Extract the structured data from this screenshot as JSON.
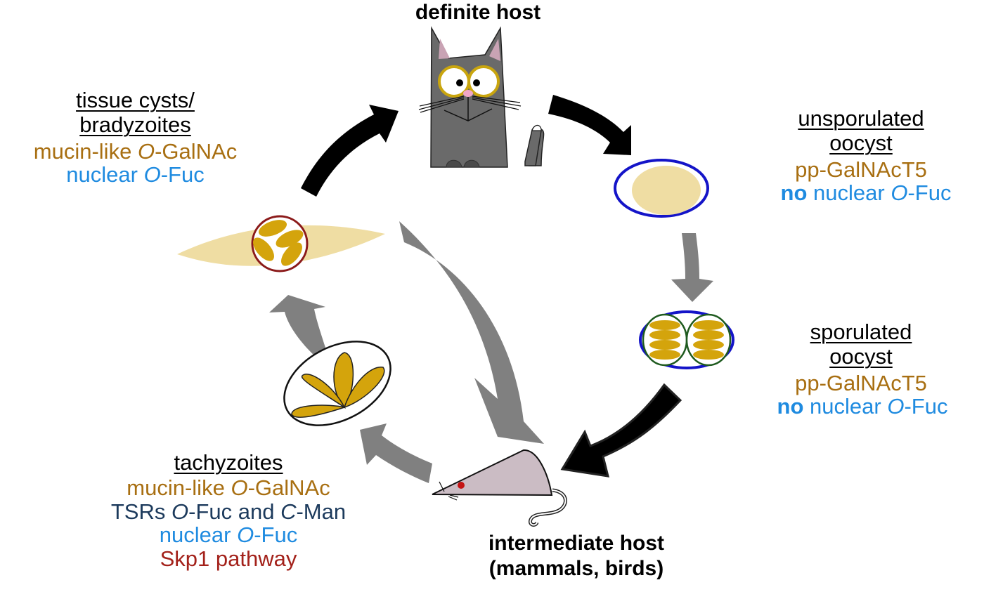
{
  "title": "Toxoplasma gondii life cycle glycosylation",
  "colors": {
    "black_arrow": "#000000",
    "gray_arrow": "#7f7f7f",
    "galnac_text": "#a86f12",
    "fuc_text": "#1f8be0",
    "tsr_text": "#1c3a5c",
    "skp1_text": "#a3211a",
    "zoite_fill": "#d4a40c",
    "cyst_tissue": "#efdda3",
    "oocyst_wall": "#1414c8",
    "sporocyst_wall": "#1e5a1e",
    "cat_body": "#696969",
    "mouse_body": "#cbbcc4"
  },
  "hosts": {
    "definite": "definite host",
    "intermediate_line1": "intermediate host",
    "intermediate_line2": "(mammals, birds)"
  },
  "stages": {
    "unsporulated": {
      "title_line1": "unsporulated",
      "title_line2": "oocyst",
      "enzyme": "pp-GalNAcT5",
      "fuc_no": "no",
      "fuc_rest": "nuclear",
      "fuc_o": "O",
      "fuc_suffix": "-Fuc"
    },
    "sporulated": {
      "title_line1": "sporulated",
      "title_line2": "oocyst",
      "enzyme": "pp-GalNAcT5",
      "fuc_no": "no",
      "fuc_rest": "nuclear",
      "fuc_o": "O",
      "fuc_suffix": "-Fuc"
    },
    "tissue_cysts": {
      "title_line1": "tissue cysts/",
      "title_line2": "bradyzoites",
      "galnac_prefix": "mucin-like",
      "galnac_o": "O",
      "galnac_suffix": "-GalNAc",
      "fuc_prefix": "nuclear",
      "fuc_o": "O",
      "fuc_suffix": "-Fuc"
    },
    "tachyzoites": {
      "title": "tachyzoites",
      "galnac_prefix": "mucin-like",
      "galnac_o": "O",
      "galnac_suffix": "-GalNAc",
      "tsr_prefix": "TSRs",
      "tsr_o": "O",
      "tsr_mid": "-Fuc and",
      "tsr_c": "C",
      "tsr_suffix": "-Man",
      "fuc_prefix": "nuclear",
      "fuc_o": "O",
      "fuc_suffix": "-Fuc",
      "skp1": "Skp1 pathway"
    }
  }
}
